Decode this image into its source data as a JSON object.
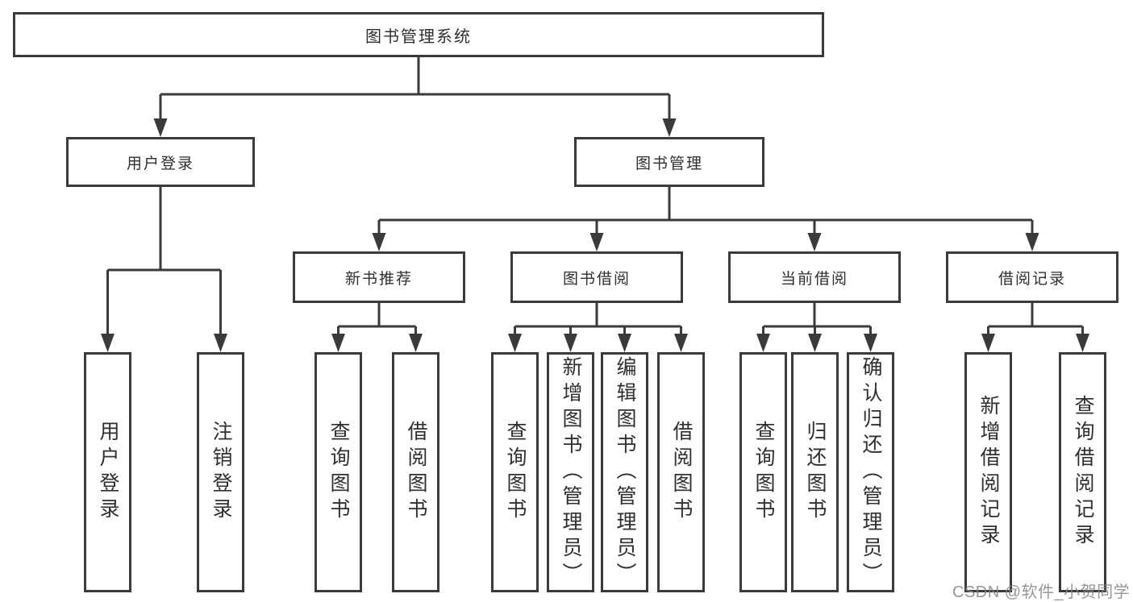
{
  "colors": {
    "line": "#3a3a3a",
    "box_border": "#3a3a3a",
    "text": "#2f2f2f",
    "watermark": "#858585",
    "background": "#ffffff"
  },
  "watermark": {
    "text": "CSDN @软件_小贺同学"
  },
  "tree": {
    "label": "图书管理系统",
    "children": [
      {
        "label": "用户登录",
        "children": [
          {
            "label": "用户登录"
          },
          {
            "label": "注销登录"
          }
        ]
      },
      {
        "label": "图书管理",
        "children": [
          {
            "label": "新书推荐",
            "children": [
              {
                "label": "查询图书"
              },
              {
                "label": "借阅图书"
              }
            ]
          },
          {
            "label": "图书借阅",
            "children": [
              {
                "label": "查询图书"
              },
              {
                "label": "新增图书（管理员）"
              },
              {
                "label": "编辑图书（管理员）"
              },
              {
                "label": "借阅图书"
              }
            ]
          },
          {
            "label": "当前借阅",
            "children": [
              {
                "label": "查询图书"
              },
              {
                "label": "归还图书"
              },
              {
                "label": "确认归还（管理员）"
              }
            ]
          },
          {
            "label": "借阅记录",
            "children": [
              {
                "label": "新增借阅记录"
              },
              {
                "label": "查询借阅记录"
              }
            ]
          }
        ]
      }
    ]
  }
}
